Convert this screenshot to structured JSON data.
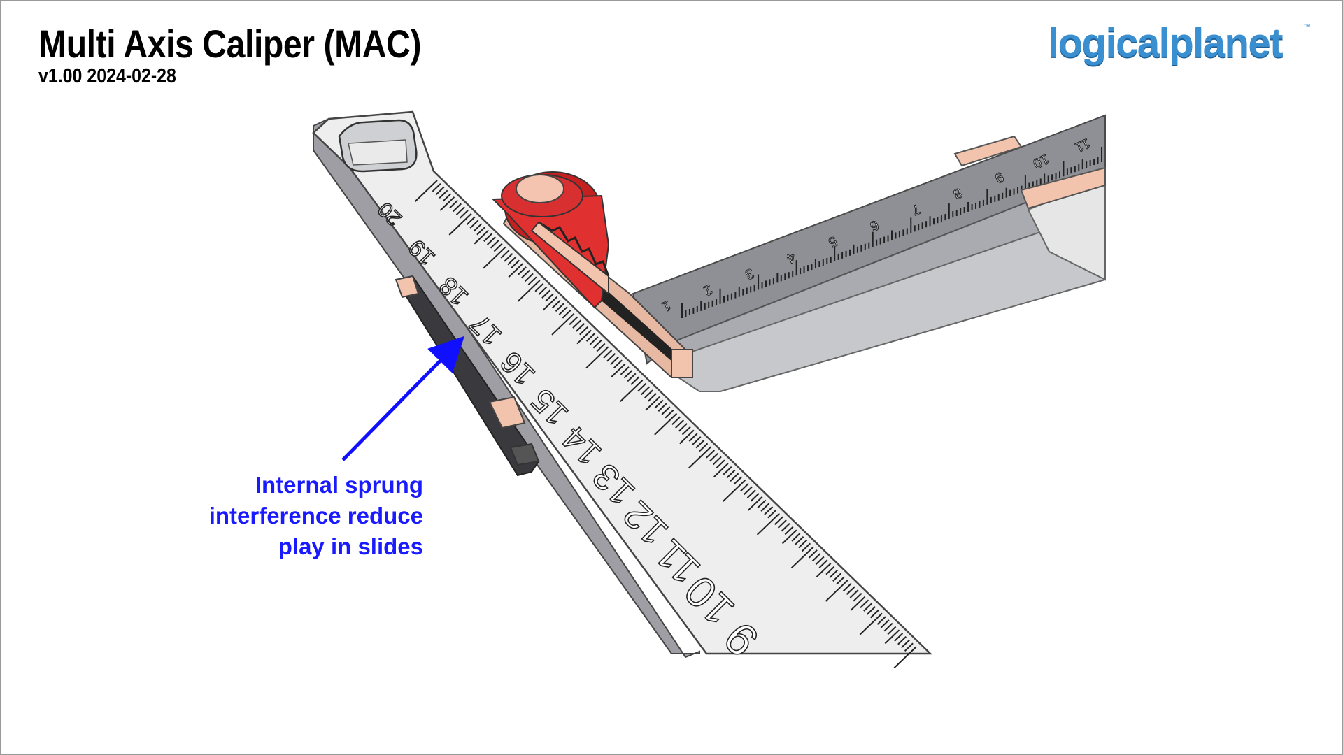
{
  "slide": {
    "title": "Multi Axis Caliper (MAC)",
    "subtitle": "v1.00 2024-02-28",
    "logo": "logicalplanet",
    "logo_mark": "™",
    "colors": {
      "annotation": "#1a1aff",
      "logo": "#3a8fd0",
      "knob": "#e03030",
      "pad": "#f2c4ad"
    }
  },
  "annotation": {
    "lines": [
      "Internal sprung",
      "interference reduce",
      "play in slides"
    ]
  },
  "illustration": {
    "vertical_scale_numbers": [
      "20",
      "19",
      "18",
      "17",
      "16",
      "15",
      "14",
      "13",
      "12",
      "11",
      "10",
      "9"
    ],
    "horizontal_scale_numbers": [
      "1",
      "2",
      "3",
      "4",
      "5",
      "6",
      "7",
      "8",
      "9",
      "10",
      "11"
    ]
  }
}
